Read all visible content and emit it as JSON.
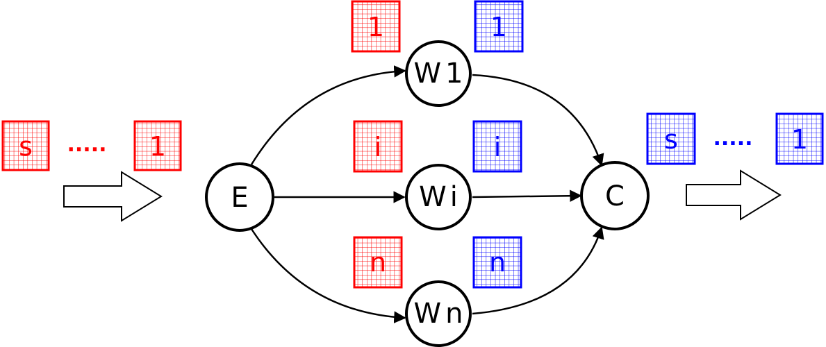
{
  "colors": {
    "input": "#ff0000",
    "output": "#0000ff",
    "edge": "#000000"
  },
  "nodes": {
    "emitter": "E",
    "collector": "C",
    "workers": [
      {
        "prefix": "W",
        "suffix": "1"
      },
      {
        "prefix": "W",
        "suffix": "i"
      },
      {
        "prefix": "W",
        "suffix": "n"
      }
    ]
  },
  "input_stream": {
    "first": "s",
    "ellipsis": ".....",
    "last": "1"
  },
  "output_stream": {
    "first": "s",
    "ellipsis": ".....",
    "last": "1"
  },
  "worker_tasks": {
    "input": [
      "1",
      "i",
      "n"
    ],
    "output": [
      "1",
      "i",
      "n"
    ]
  }
}
